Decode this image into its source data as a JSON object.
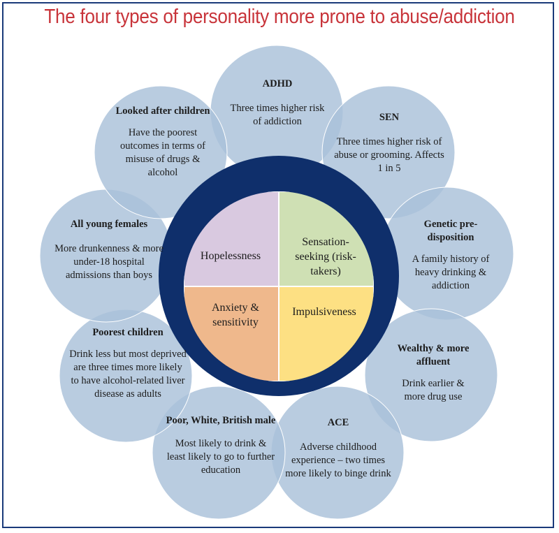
{
  "title": "The four types of personality more prone to abuse/addiction",
  "colors": {
    "title": "#c8343a",
    "bubble": "#a9c1d9",
    "ring": "#0f2f6b",
    "hopelessness": "#d9c9e0",
    "sensation": "#cfe0b4",
    "anxiety": "#efb88c",
    "impulsiveness": "#fde083"
  },
  "quadrants": {
    "top_left": "Hopelessness",
    "top_right": "Sensation-seeking (risk-takers)",
    "bottom_left": "Anxiety & sensitivity",
    "bottom_right": "Impulsiveness"
  },
  "bubbles": [
    {
      "heading": "ADHD",
      "text": "Three times higher risk of addiction"
    },
    {
      "heading": "SEN",
      "text": "Three times higher risk of abuse or grooming. Affects 1 in 5"
    },
    {
      "heading": "Genetic pre-disposition",
      "text": "A family history of heavy drinking & addiction"
    },
    {
      "heading": "Wealthy & more affluent",
      "text": "Drink earlier & more drug use"
    },
    {
      "heading": "ACE",
      "text": "Adverse childhood experience – two times more likely to binge drink"
    },
    {
      "heading": "Poor, White, British male",
      "text": "Most likely to drink & least likely to go to further education"
    },
    {
      "heading": "Poorest children",
      "text": "Drink less but most deprived are three times more likely to have alcohol-related liver disease as adults"
    },
    {
      "heading": "All young females",
      "text": "More drunkenness & more under-18 hospital admissions than boys"
    },
    {
      "heading": "Looked after children",
      "text": "Have the poorest outcomes in terms of misuse of drugs & alcohol"
    }
  ]
}
